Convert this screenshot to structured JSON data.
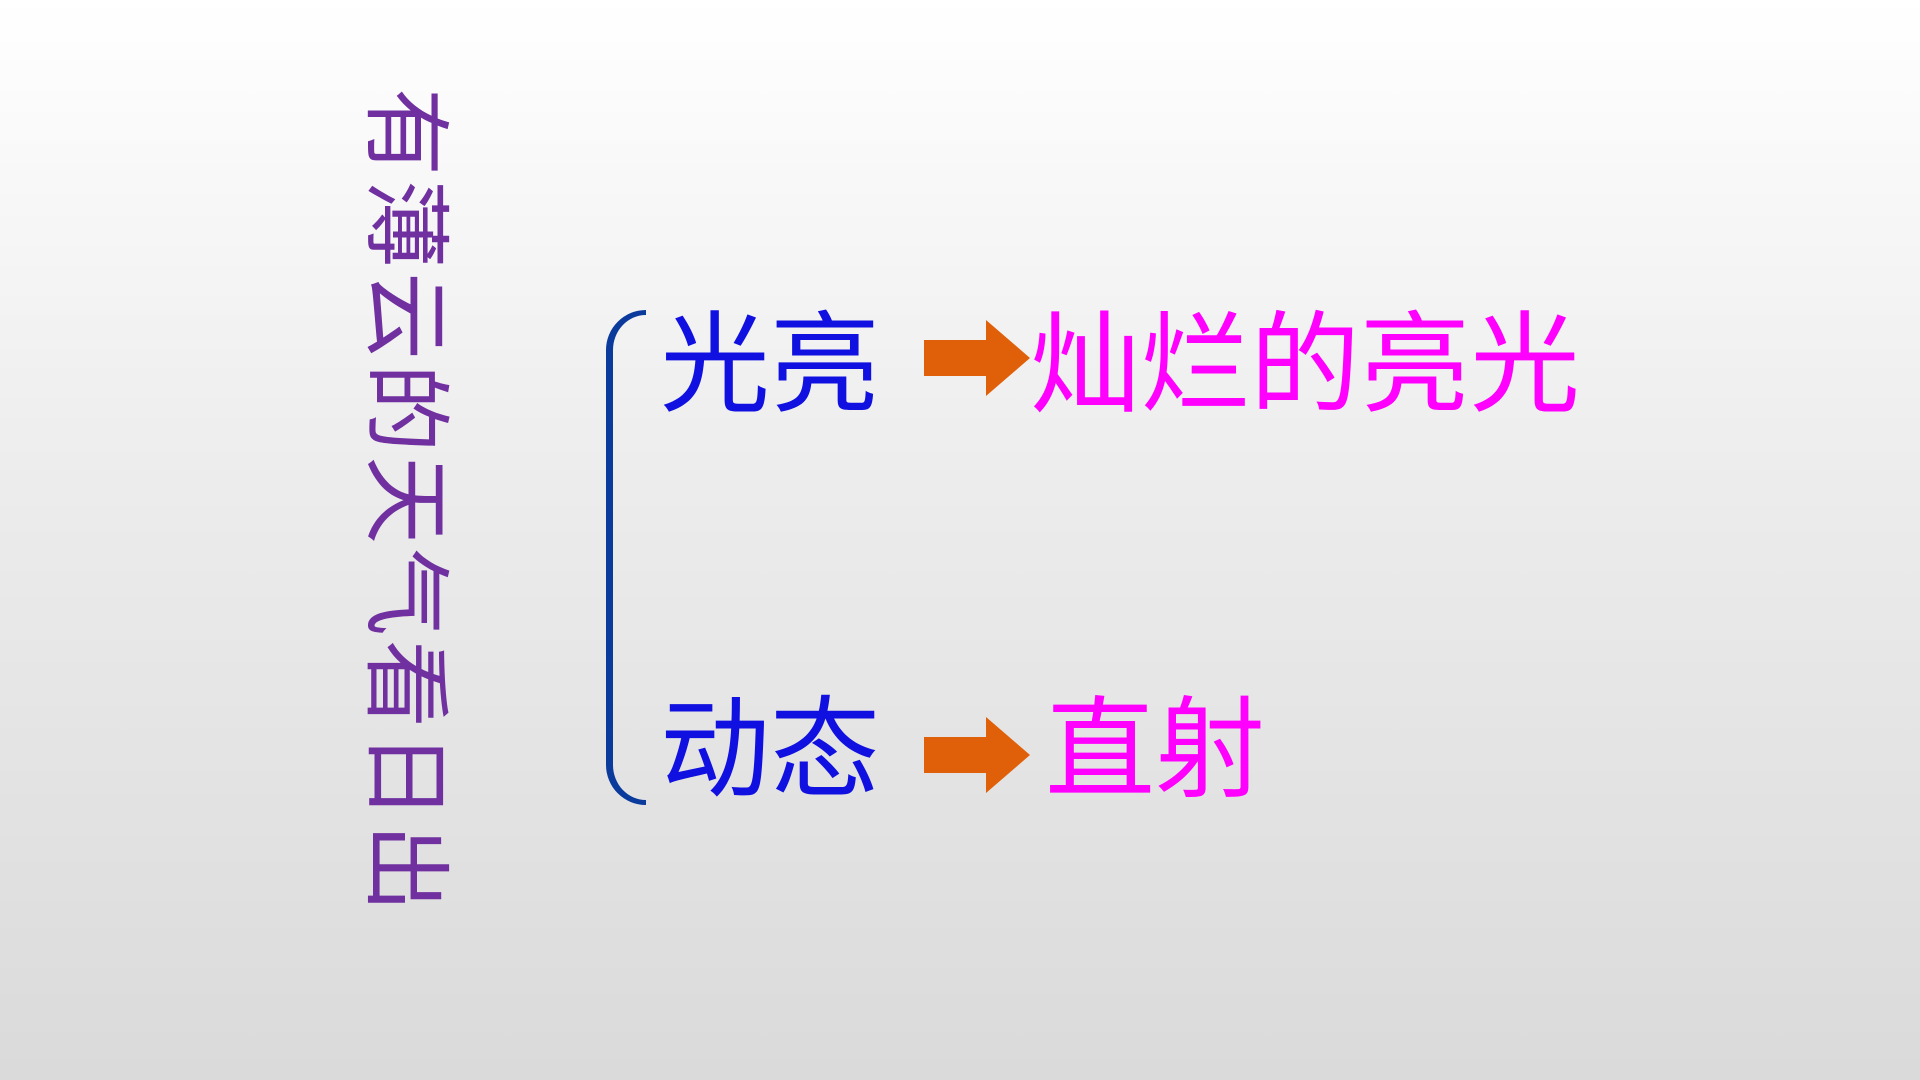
{
  "colors": {
    "title": "#7030a0",
    "term": "#1010e0",
    "result": "#ff00ff",
    "arrow": "#e0600a",
    "bracket": "#0a3a9c"
  },
  "title": "有薄云的天气看日出",
  "rows": [
    {
      "term": "光亮",
      "result": "灿烂的亮光"
    },
    {
      "term": "动态",
      "result": "直射"
    }
  ]
}
